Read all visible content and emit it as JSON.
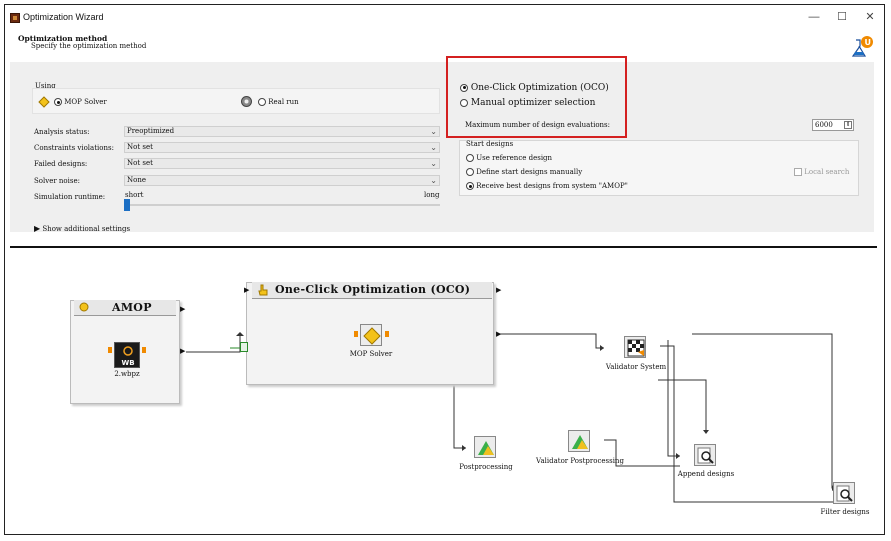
{
  "window": {
    "title": "Optimization Wizard",
    "minimize": "—",
    "maximize": "☐",
    "close": "✕"
  },
  "header": {
    "title": "Optimization method",
    "subtitle": "Specify the optimization method"
  },
  "using": {
    "label": "Using",
    "mop_solver": "MOP Solver",
    "real_run": "Real run",
    "selected": "MOP Solver"
  },
  "settings": {
    "analysis_status": {
      "label": "Analysis status:",
      "value": "Preoptimized"
    },
    "constraints": {
      "label": "Constraints violations:",
      "value": "Not set"
    },
    "failed": {
      "label": "Failed designs:",
      "value": "Not set"
    },
    "noise": {
      "label": "Solver noise:",
      "value": "None"
    },
    "runtime": {
      "label": "Simulation runtime:",
      "min": "short",
      "max": "long",
      "level": 0.0
    },
    "show_additional": "Show additional settings"
  },
  "method": {
    "oco": "One-Click Optimization (OCO)",
    "manual": "Manual optimizer selection",
    "selected": "One-Click Optimization (OCO)",
    "max_evals_label": "Maximum number of design evaluations:",
    "max_evals_value": "6000"
  },
  "start_designs": {
    "title": "Start designs",
    "options": [
      "Use reference design",
      "Define start designs manually",
      "Receive best designs from system \"AMOP\""
    ],
    "selected": 2,
    "local_search": "Local search"
  },
  "workflow": {
    "amop_title": "AMOP",
    "wb_label": "2.wbpz",
    "wb_icon_text": "WB",
    "oco_title": "One-Click Optimization (OCO)",
    "mop_solver": "MOP Solver",
    "postprocessing": "Postprocessing",
    "validator_system": "Validator System",
    "validator_post": "Validator Postprocessing",
    "append": "Append designs",
    "filter": "Filter designs"
  },
  "colors": {
    "accent_blue": "#1c6fc4",
    "highlight_red": "#d42020",
    "orange": "#f08a00",
    "link_green": "#2a8a2a"
  }
}
